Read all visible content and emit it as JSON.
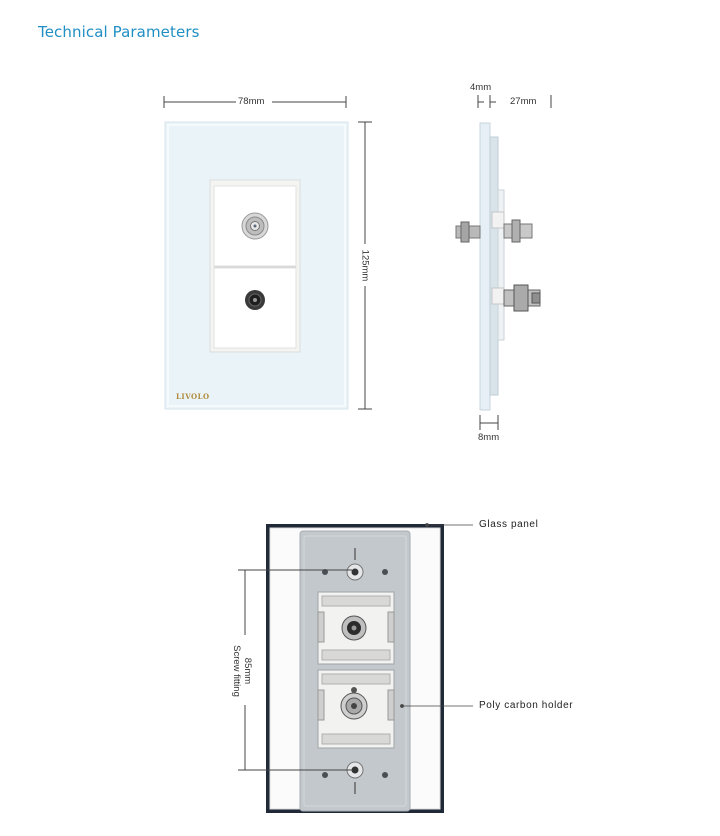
{
  "title": "Technical Parameters",
  "front_view": {
    "width_label": "78mm",
    "height_label": "125mm",
    "brand": "LIVOLO"
  },
  "side_view": {
    "glass_thickness_label": "4mm",
    "depth_label": "27mm",
    "base_label": "8mm"
  },
  "back_view": {
    "glass_panel_label": "Glass panel",
    "holder_label": "Poly carbon holder",
    "screw_fitting_dim": "85mm",
    "screw_fitting_label": "Screw fitting"
  },
  "colors": {
    "title": "#1f8fc4",
    "glass": "#eaf3f8",
    "holder": "#c3c8cc",
    "frame": "#2d3748"
  }
}
